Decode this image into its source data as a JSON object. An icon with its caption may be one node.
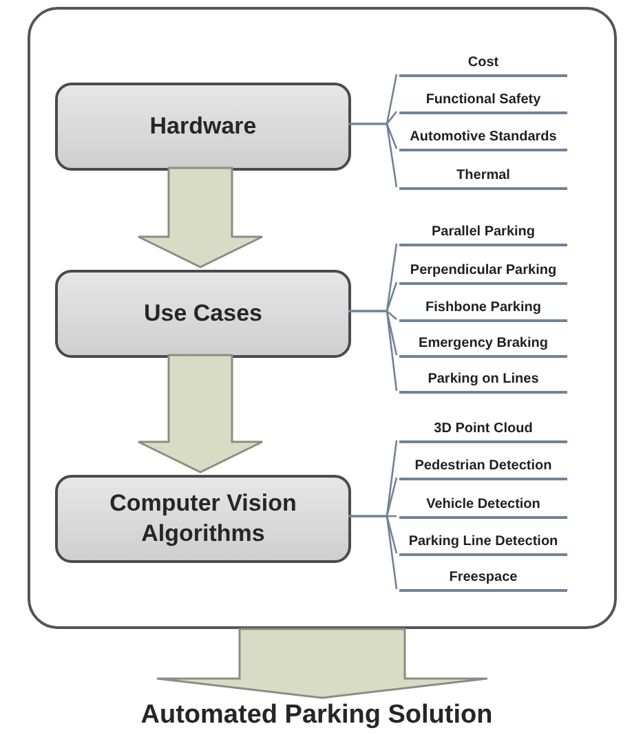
{
  "diagram": {
    "nodes": [
      {
        "text": [],
        "shape": "box"
      },
      {
        "text": [
          "Hardware"
        ],
        "in": 0
      },
      {
        "text": [
          "Cost"
        ],
        "in": 0
      },
      {
        "text": [
          "Functional Safety"
        ],
        "in": 0
      },
      {
        "text": [
          "Automotive Standards"
        ],
        "in": 0
      },
      {
        "text": [
          "Thermal"
        ],
        "in": 0
      },
      {
        "text": [
          "Use Cases"
        ],
        "in": 0
      },
      {
        "text": [
          "Parallel Parking"
        ],
        "in": 0
      },
      {
        "text": [
          "Perpendicular Parking"
        ],
        "in": 0
      },
      {
        "text": [
          "Fishbone Parking"
        ],
        "in": 0
      },
      {
        "text": [
          "Emergency Braking"
        ],
        "in": 0
      },
      {
        "text": [
          "Parking on Lines"
        ],
        "in": 0
      },
      {
        "text": [
          "Computer Vision Algorithms"
        ],
        "in": 0
      },
      {
        "text": [
          "3D Point Cloud"
        ],
        "in": 0
      },
      {
        "text": [
          "Pedestrian Detection"
        ],
        "in": 0
      },
      {
        "text": [
          "Vehicle Detection"
        ],
        "in": 0
      },
      {
        "text": [
          "Parking Line Detection"
        ],
        "in": 0
      },
      {
        "text": [
          "Freespace"
        ],
        "in": 0
      },
      {
        "text": [
          "Automated Parking Solution"
        ]
      }
    ],
    "edges": [
      {
        "from": 1,
        "to": 6,
        "arrow": "to",
        "style": "thick"
      },
      {
        "from": 6,
        "to": 12,
        "arrow": "to",
        "style": "thick"
      },
      {
        "from": 0,
        "to": 18,
        "arrow": "to",
        "style": "thick"
      },
      {
        "from": 1,
        "to": 2,
        "arrow": "none"
      },
      {
        "from": 1,
        "to": 3,
        "arrow": "none"
      },
      {
        "from": 1,
        "to": 4,
        "arrow": "none"
      },
      {
        "from": 1,
        "to": 5,
        "arrow": "none"
      },
      {
        "from": 6,
        "to": 7,
        "arrow": "none"
      },
      {
        "from": 6,
        "to": 8,
        "arrow": "none"
      },
      {
        "from": 6,
        "to": 9,
        "arrow": "none"
      },
      {
        "from": 6,
        "to": 10,
        "arrow": "none"
      },
      {
        "from": 6,
        "to": 11,
        "arrow": "none"
      },
      {
        "from": 12,
        "to": 13,
        "arrow": "none"
      },
      {
        "from": 12,
        "to": 14,
        "arrow": "none"
      },
      {
        "from": 12,
        "to": 15,
        "arrow": "none"
      },
      {
        "from": 12,
        "to": 16,
        "arrow": "none"
      },
      {
        "from": 12,
        "to": 17,
        "arrow": "none"
      }
    ]
  }
}
